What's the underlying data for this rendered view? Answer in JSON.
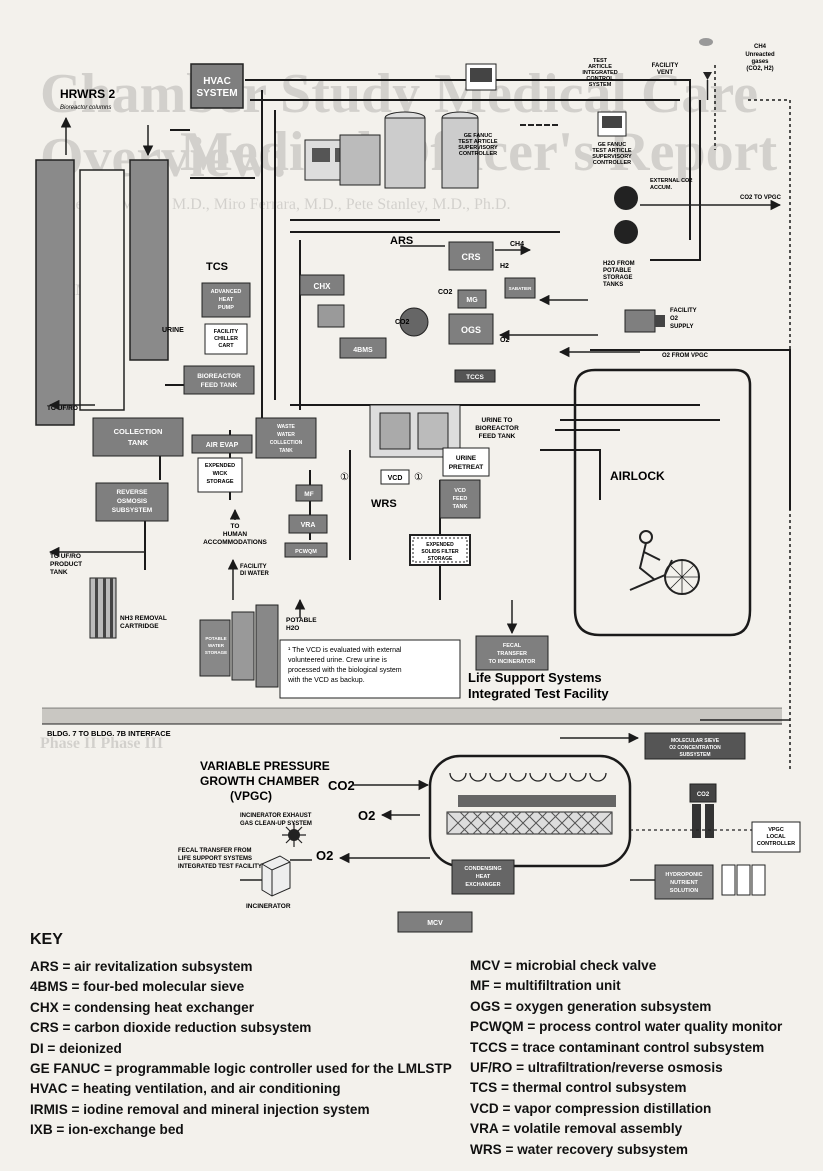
{
  "background_page": {
    "title_line1": "Chamber Study Medical Care Overview:",
    "title_line2": "Medical Officer's Report",
    "authors": "Kathleen A. Martin, M.D., Miro Ferrara, M.D., Pete Stanley, M.D., Ph.D.",
    "heading_summary": "SUMMARY",
    "heading_phase": "Phase II Phase III"
  },
  "diagram": {
    "hrwrs": "HRWRS 2",
    "hrwrs_sub": "Bioreactor columns",
    "hvac": [
      "HVAC",
      "SYSTEM"
    ],
    "ge_fanuc_left": [
      "GE FANUC",
      "TEST ARTICLE",
      "SUPERVISORY",
      "CONTROLLER"
    ],
    "ge_fanuc_right": [
      "GE FANUC",
      "TEST ARTICLE",
      "SUPERVISORY",
      "CONTROLLER"
    ],
    "test_article_ctrl": [
      "TEST",
      "ARTICLE",
      "INTEGRATED",
      "CONTROL",
      "SYSTEM"
    ],
    "facility_vent": [
      "FACILITY",
      "VENT"
    ],
    "ch4_unreacted": [
      "CH4",
      "Unreacted",
      "gases",
      "(CO2, H2)"
    ],
    "external_co2": [
      "EXTERNAL CO2",
      "ACCUM."
    ],
    "co2_to_vpgc": "CO2 TO VPGC",
    "ars": "ARS",
    "tcs": "TCS",
    "crs": "CRS",
    "ch4": "CH4",
    "h2": "H2",
    "co2": "CO2",
    "o2": "O2",
    "h2o_potable": [
      "H2O FROM",
      "POTABLE",
      "STORAGE",
      "TANKS"
    ],
    "facility_o2": [
      "FACILITY",
      "O2",
      "SUPPLY"
    ],
    "o2_from_vpgc": "O2 FROM VPGC",
    "advanced_heat": [
      "ADVANCED",
      "HEAT",
      "PUMP"
    ],
    "chx": "CHX",
    "4bms": "4BMS",
    "ogs": "OGS",
    "mg": "MG",
    "sabatier": "SABATIER",
    "facility_chiller": [
      "FACILITY",
      "CHILLER",
      "CART"
    ],
    "urine": "URINE",
    "bioreactor_feed": [
      "BIOREACTOR",
      "FEED TANK"
    ],
    "to_uf_ro": "TO UF/RO",
    "collection_tank": [
      "COLLECTION",
      "TANK"
    ],
    "air_evap": "AIR EVAP",
    "expended_wick": [
      "EXPENDED",
      "WICK",
      "STORAGE"
    ],
    "reverse_osmosis": [
      "REVERSE",
      "OSMOSIS",
      "SUBSYSTEM"
    ],
    "to_human": [
      "TO",
      "HUMAN",
      "ACCOMMODATIONS"
    ],
    "to_uf_ro_product": [
      "TO UF/RO",
      "PRODUCT",
      "TANK"
    ],
    "facility_di": [
      "FACILITY",
      "DI WATER"
    ],
    "nh3_removal": [
      "NH3 REMOVAL",
      "CARTRIDGE"
    ],
    "potable_h2o": [
      "POTABLE",
      "H2O"
    ],
    "potable_storage": [
      "POTABLE",
      "WATER",
      "STORAGE"
    ],
    "tccs": "TCCS",
    "urine_to_bioreactor": [
      "URINE TO",
      "BIOREACTOR",
      "FEED TANK"
    ],
    "urine_pretreat": [
      "URINE",
      "PRETREAT"
    ],
    "waste_water": [
      "WASTE",
      "WATER",
      "COLLECTION",
      "TANK"
    ],
    "vcd": "VCD",
    "vcd_note_marker": "①",
    "wrs": "WRS",
    "mf": "MF",
    "vra": "VRA",
    "pcwqm": "PCWQM",
    "vcd_feed": [
      "VCD",
      "FEED",
      "TANK"
    ],
    "expended_solids": [
      "EXPENDED",
      "SOLIDS FILTER",
      "STORAGE"
    ],
    "airlock": "AIRLOCK",
    "fecal_transfer": [
      "FECAL",
      "TRANSFER",
      "TO INCINERATOR"
    ],
    "footnote": [
      "¹ The VCD is evaluated with external",
      "volunteered urine. Crew urine is",
      "processed with the biological system",
      "with the VCD as backup."
    ],
    "lss_title": [
      "Life Support Systems",
      "Integrated Test Facility"
    ],
    "bldg_interface": "BLDG. 7 TO BLDG. 7B INTERFACE",
    "molecular_sieve": [
      "MOLECULAR SIEVE",
      "O2 CONCENTRATION",
      "SUBSYSTEM"
    ],
    "vpgc_title": [
      "VARIABLE PRESSURE",
      "GROWTH CHAMBER",
      "(VPGC)"
    ],
    "incinerator_exhaust": [
      "INCINERATOR EXHAUST",
      "GAS CLEAN-UP SYSTEM"
    ],
    "fecal_from": [
      "FECAL TRANSFER FROM",
      "LIFE SUPPORT SYSTEMS",
      "INTEGRATED TEST FACILITY"
    ],
    "incinerator": "INCINERATOR",
    "condensing_heat": [
      "CONDENSING",
      "HEAT",
      "EXCHANGER"
    ],
    "hydroponic": [
      "HYDROPONIC",
      "NUTRIENT",
      "SOLUTION"
    ],
    "mcv": "MCV",
    "vpgc_local": [
      "VPGC",
      "LOCAL",
      "CONTROLLER"
    ],
    "co2_right": "CO2"
  },
  "key": {
    "title": "KEY",
    "left": [
      "ARS = air revitalization subsystem",
      "4BMS = four-bed molecular sieve",
      "CHX = condensing heat exchanger",
      "CRS = carbon dioxide reduction subsystem",
      "DI = deionized",
      "GE FANUC = programmable logic controller used for the LMLSTP",
      "HVAC = heating ventilation, and air conditioning",
      "IRMIS = iodine removal and mineral injection system",
      "IXB = ion-exchange bed"
    ],
    "right": [
      "MCV = microbial check valve",
      "MF = multifiltration unit",
      "OGS = oxygen generation subsystem",
      "PCWQM = process control water quality monitor",
      "TCCS = trace contaminant control subsystem",
      "UF/RO = ultrafiltration/reverse osmosis",
      "TCS = thermal control subsystem",
      "VCD = vapor compression distillation",
      "VRA = volatile removal assembly",
      "WRS = water recovery subsystem"
    ]
  },
  "colors": {
    "box_fill": "#7f7f7f",
    "box_dark": "#555555",
    "line": "#1a1a1a",
    "paper": "#f3f1ec"
  }
}
